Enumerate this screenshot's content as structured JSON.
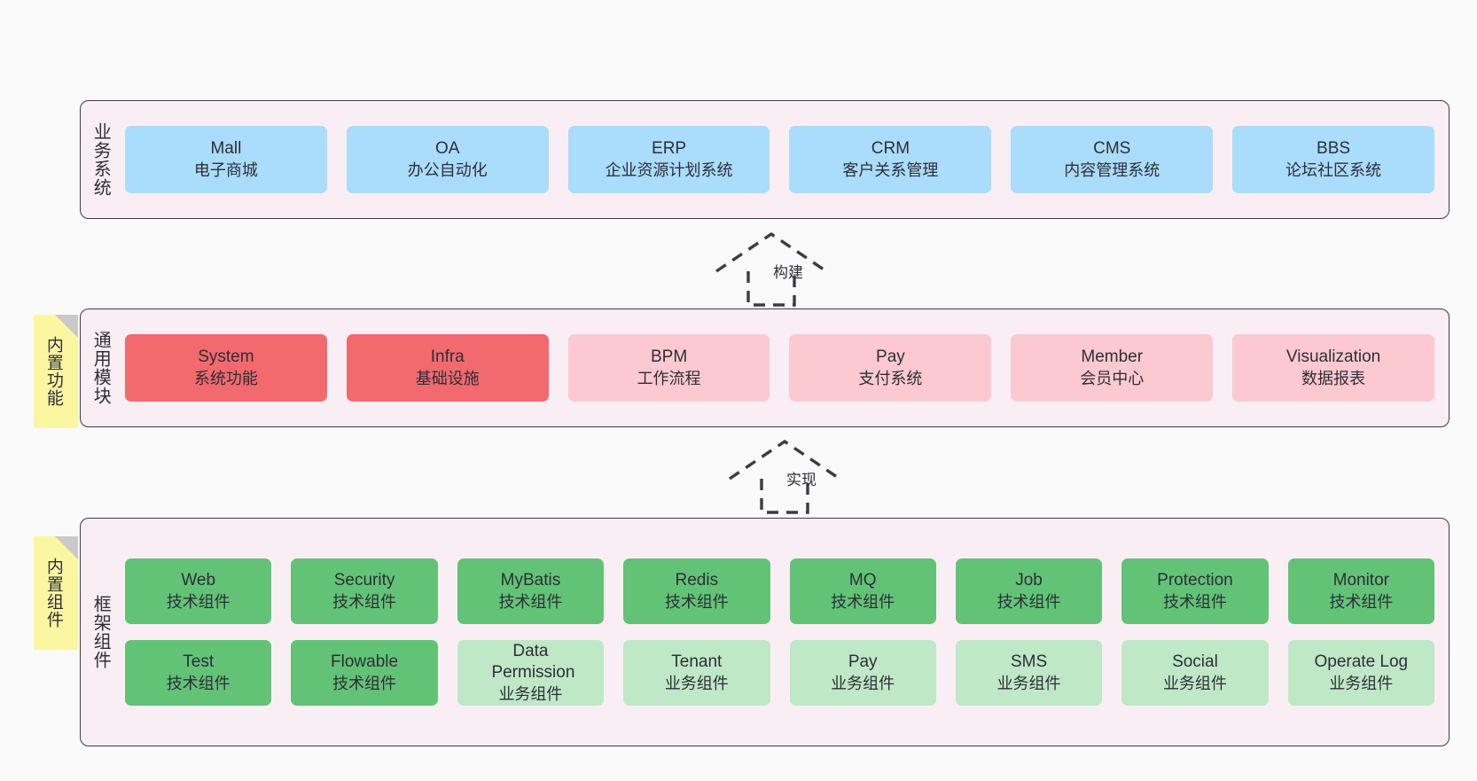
{
  "diagram": {
    "background_color": "#fafafa",
    "panel_color": "#faeef5",
    "note_color": "#fbf7a0",
    "border_color": "#3c3c42"
  },
  "layers": [
    {
      "id": "business-systems",
      "title": "业务系统",
      "note": null,
      "rows": [
        {
          "nodes": [
            {
              "name": "Mall",
              "sub": "电子商城",
              "color": "#aadcfb",
              "style": "fill-blue"
            },
            {
              "name": "OA",
              "sub": "办公自动化",
              "color": "#aadcfb",
              "style": "fill-blue"
            },
            {
              "name": "ERP",
              "sub": "企业资源计划系统",
              "color": "#aadcfb",
              "style": "fill-blue"
            },
            {
              "name": "CRM",
              "sub": "客户关系管理",
              "color": "#aadcfb",
              "style": "fill-blue"
            },
            {
              "name": "CMS",
              "sub": "内容管理系统",
              "color": "#aadcfb",
              "style": "fill-blue"
            },
            {
              "name": "BBS",
              "sub": "论坛社区系统",
              "color": "#aadcfb",
              "style": "fill-blue"
            }
          ]
        }
      ]
    },
    {
      "id": "common-modules",
      "title": "通用模块",
      "note": "内置功能",
      "rows": [
        {
          "nodes": [
            {
              "name": "System",
              "sub": "系统功能",
              "color": "#f2696e",
              "style": "fill-red"
            },
            {
              "name": "Infra",
              "sub": "基础设施",
              "color": "#f2696e",
              "style": "fill-red"
            },
            {
              "name": "BPM",
              "sub": "工作流程",
              "color": "#fcc9d1",
              "style": "fill-pink"
            },
            {
              "name": "Pay",
              "sub": "支付系统",
              "color": "#fcc9d1",
              "style": "fill-pink"
            },
            {
              "name": "Member",
              "sub": "会员中心",
              "color": "#fcc9d1",
              "style": "fill-pink"
            },
            {
              "name": "Visualization",
              "sub": "数据报表",
              "color": "#fcc9d1",
              "style": "fill-pink"
            }
          ]
        }
      ]
    },
    {
      "id": "framework-components",
      "title": "框架组件",
      "note": "内置组件",
      "rows": [
        {
          "nodes": [
            {
              "name": "Web",
              "sub": "技术组件",
              "color": "#62c377",
              "style": "fill-green"
            },
            {
              "name": "Security",
              "sub": "技术组件",
              "color": "#62c377",
              "style": "fill-green"
            },
            {
              "name": "MyBatis",
              "sub": "技术组件",
              "color": "#62c377",
              "style": "fill-green"
            },
            {
              "name": "Redis",
              "sub": "技术组件",
              "color": "#62c377",
              "style": "fill-green"
            },
            {
              "name": "MQ",
              "sub": "技术组件",
              "color": "#62c377",
              "style": "fill-green"
            },
            {
              "name": "Job",
              "sub": "技术组件",
              "color": "#62c377",
              "style": "fill-green"
            },
            {
              "name": "Protection",
              "sub": "技术组件",
              "color": "#62c377",
              "style": "fill-green"
            },
            {
              "name": "Monitor",
              "sub": "技术组件",
              "color": "#62c377",
              "style": "fill-green"
            }
          ]
        },
        {
          "nodes": [
            {
              "name": "Test",
              "sub": "技术组件",
              "color": "#62c377",
              "style": "fill-green"
            },
            {
              "name": "Flowable",
              "sub": "技术组件",
              "color": "#62c377",
              "style": "fill-green"
            },
            {
              "name": "Data Permission",
              "sub": "业务组件",
              "color": "#bfe8c6",
              "style": "fill-lightgreen"
            },
            {
              "name": "Tenant",
              "sub": "业务组件",
              "color": "#bfe8c6",
              "style": "fill-lightgreen"
            },
            {
              "name": "Pay",
              "sub": "业务组件",
              "color": "#bfe8c6",
              "style": "fill-lightgreen"
            },
            {
              "name": "SMS",
              "sub": "业务组件",
              "color": "#bfe8c6",
              "style": "fill-lightgreen"
            },
            {
              "name": "Social",
              "sub": "业务组件",
              "color": "#bfe8c6",
              "style": "fill-lightgreen"
            },
            {
              "name": "Operate Log",
              "sub": "业务组件",
              "color": "#bfe8c6",
              "style": "fill-lightgreen"
            }
          ]
        }
      ]
    }
  ],
  "connectors": [
    {
      "id": "build",
      "label": "构建",
      "from": "common-modules",
      "to": "business-systems"
    },
    {
      "id": "implement",
      "label": "实现",
      "from": "framework-components",
      "to": "common-modules"
    }
  ]
}
